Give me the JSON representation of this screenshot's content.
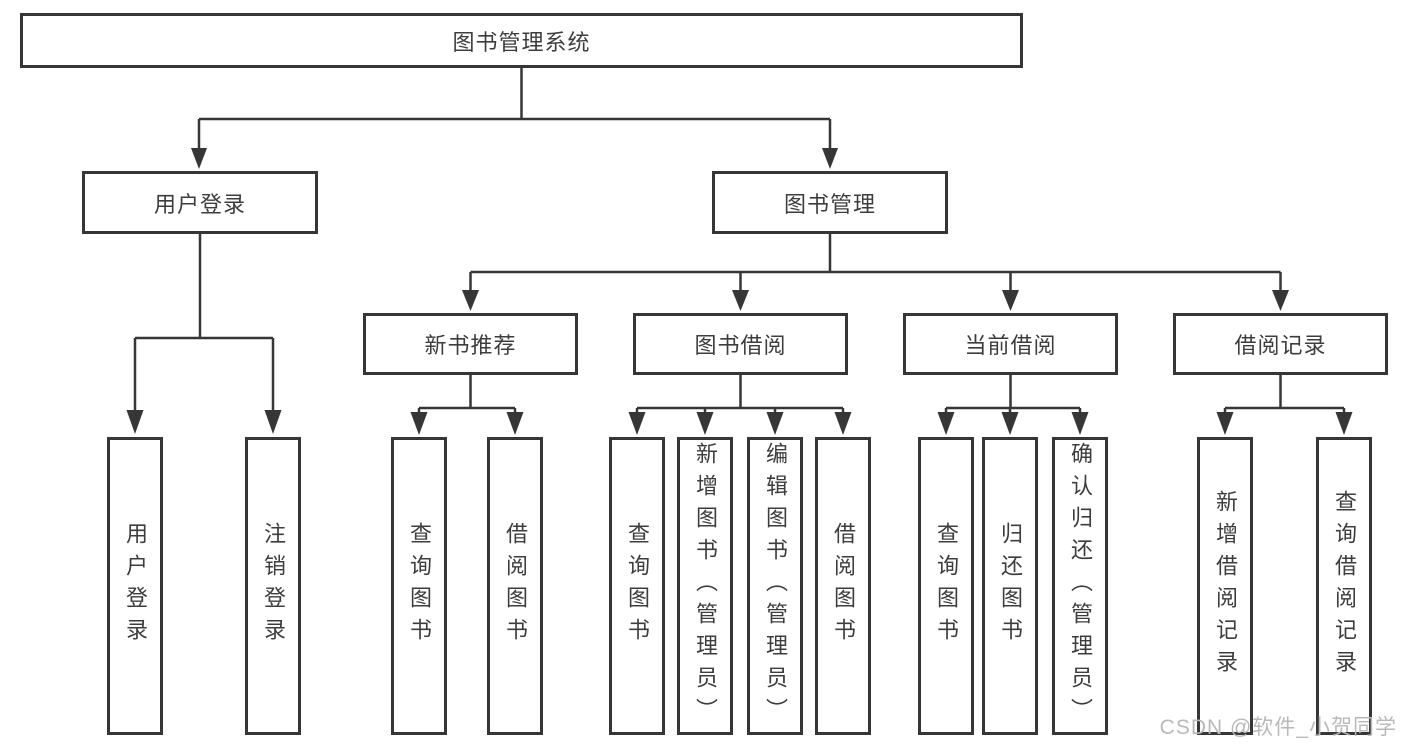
{
  "diagram": {
    "root": {
      "label": "图书管理系统"
    },
    "level2": [
      {
        "label": "用户登录"
      },
      {
        "label": "图书管理"
      }
    ],
    "level3": [
      {
        "label": "新书推荐"
      },
      {
        "label": "图书借阅"
      },
      {
        "label": "当前借阅"
      },
      {
        "label": "借阅记录"
      }
    ],
    "leaves": {
      "user_login": [
        {
          "label": "用户登录"
        },
        {
          "label": "注销登录"
        }
      ],
      "new_book": [
        {
          "label": "查询图书"
        },
        {
          "label": "借阅图书"
        }
      ],
      "book_borrow": [
        {
          "label": "查询图书"
        },
        {
          "label": "新增图书（管理员）"
        },
        {
          "label": "编辑图书（管理员）"
        },
        {
          "label": "借阅图书"
        }
      ],
      "current_borrow": [
        {
          "label": "查询图书"
        },
        {
          "label": "归还图书"
        },
        {
          "label": "确认归还（管理员）"
        }
      ],
      "borrow_records": [
        {
          "label": "新增借阅记录"
        },
        {
          "label": "查询借阅记录"
        }
      ]
    },
    "watermark": "CSDN @软件_小贺同学",
    "colors": {
      "line": "#363636",
      "text": "#3d3d3d",
      "background": "#ffffff",
      "watermark": "#b9b9b9"
    }
  }
}
